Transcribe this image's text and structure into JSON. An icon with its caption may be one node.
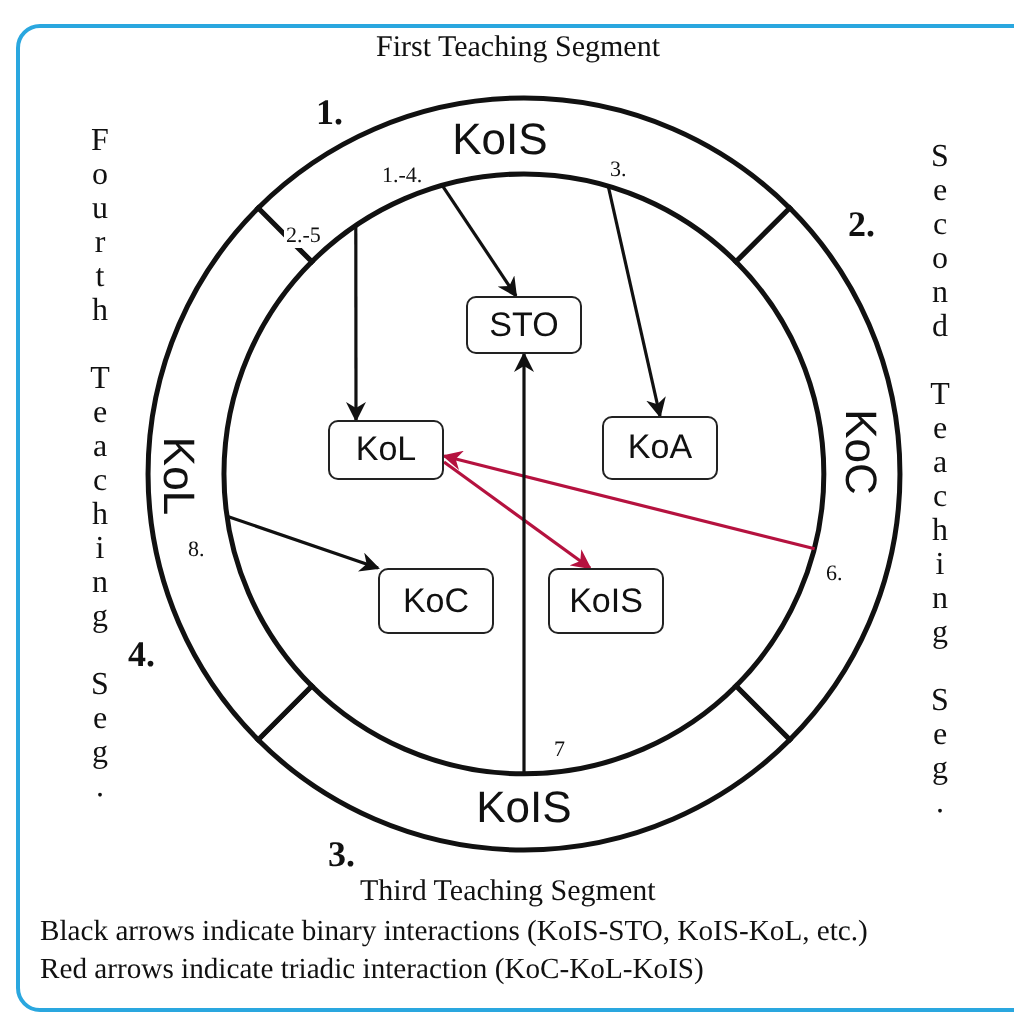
{
  "diagram": {
    "nodes": [
      {
        "text": [
          "KoIS"
        ]
      },
      {
        "text": [
          "KoC"
        ]
      },
      {
        "text": [
          "KoIS"
        ]
      },
      {
        "text": [
          "KoL"
        ]
      },
      {
        "text": [
          "STO"
        ]
      },
      {
        "text": [
          "KoL"
        ]
      },
      {
        "text": [
          "KoA"
        ]
      },
      {
        "text": [
          "KoC"
        ]
      },
      {
        "text": [
          "KoIS"
        ]
      }
    ],
    "edges": [
      {
        "from": 0,
        "to": 4,
        "arrow": "to",
        "label": "1.-4."
      },
      {
        "from": 0,
        "to": 5,
        "arrow": "to",
        "label": "2.-5"
      },
      {
        "from": 0,
        "to": 6,
        "arrow": "to",
        "label": "3."
      },
      {
        "from": 1,
        "to": 5,
        "arrow": "to",
        "label": "6.",
        "color": "#b5123f"
      },
      {
        "from": 5,
        "to": 8,
        "arrow": "to",
        "color": "#b5123f"
      },
      {
        "from": 2,
        "to": 4,
        "arrow": "to",
        "label": "7"
      },
      {
        "from": 3,
        "to": 7,
        "arrow": "to",
        "label": "8."
      }
    ],
    "labels": [
      "First Teaching Segment",
      "1.",
      "Fourth Teaching Seg.",
      "Second Teaching Seg.",
      "2.",
      "4.",
      "3.",
      "Third Teaching Segment",
      "Black arrows indicate binary interactions (KoIS-STO, KoIS-KoL, etc.)",
      "Red arrows indicate triadic interaction (KoC-KoL-KoIS)"
    ]
  }
}
